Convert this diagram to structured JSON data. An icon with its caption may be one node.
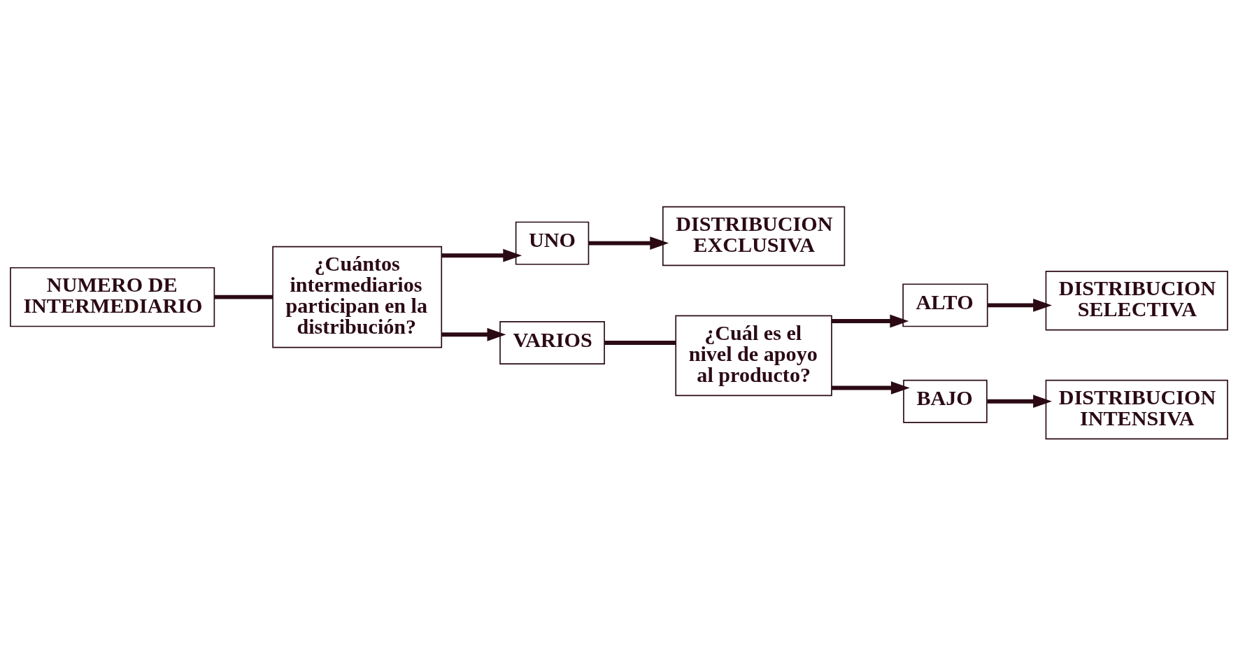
{
  "diagram": {
    "nodes": [
      {
        "text": [
          "NUMERO DE INTERMEDIARIO"
        ]
      },
      {
        "text": [
          "¿Cuántos intermediarios participan en la distribución?"
        ]
      },
      {
        "text": [
          "UNO"
        ]
      },
      {
        "text": [
          "VARIOS"
        ]
      },
      {
        "text": [
          "DISTRIBUCION EXCLUSIVA"
        ]
      },
      {
        "text": [
          "¿Cuál es el nivel de apoyo al producto?"
        ]
      },
      {
        "text": [
          "ALTO"
        ]
      },
      {
        "text": [
          "BAJO"
        ]
      },
      {
        "text": [
          "DISTRIBUCION SELECTIVA"
        ]
      },
      {
        "text": [
          "DISTRIBUCION INTENSIVA"
        ]
      }
    ],
    "edges": [
      {
        "from": 0,
        "to": 1,
        "arrow": "none"
      },
      {
        "from": 1,
        "to": 2,
        "arrow": "to"
      },
      {
        "from": 1,
        "to": 3,
        "arrow": "to"
      },
      {
        "from": 2,
        "to": 4,
        "arrow": "to"
      },
      {
        "from": 3,
        "to": 5,
        "arrow": "none"
      },
      {
        "from": 5,
        "to": 6,
        "arrow": "to"
      },
      {
        "from": 5,
        "to": 7,
        "arrow": "to"
      },
      {
        "from": 6,
        "to": 8,
        "arrow": "to"
      },
      {
        "from": 7,
        "to": 9,
        "arrow": "to"
      }
    ]
  }
}
